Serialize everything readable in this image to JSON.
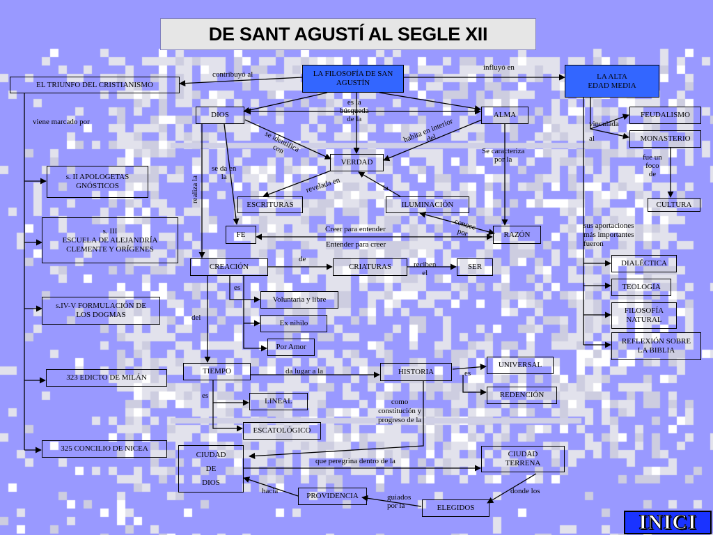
{
  "title": "DE SANT AGUSTÍ AL SEGLE XII",
  "inici_label": "INICI",
  "colors": {
    "background": "#9999ff",
    "pattern": "#e0e0e0",
    "highlight": "#3366ff",
    "button": "#1a33ff"
  },
  "nodes": {
    "filosofia": "LA FILOSOFÍA DE SAN\nAGUSTÍN",
    "alta_edad": "LA ALTA\nEDAD MEDIA",
    "triunfo": "EL TRIUNFO DEL CRISTIANISMO",
    "dios": "DIOS",
    "alma": "ALMA",
    "feudalismo": "FEUDALISMO",
    "monasterio": "MONASTERIO",
    "verdad": "VERDAD",
    "apologetas": "s. II  APOLOGETAS\nGNÓSTICOS",
    "escrituras": "ESCRITURAS",
    "iluminacion": "ILUMINACIÓN",
    "cultura": "CULTURA",
    "alejandria": "s. III\nESCUELA DE ALEJANDRÍA\nCLEMENTE Y ORÍGENES",
    "fe": "FE",
    "razon": "RAZÓN",
    "creacion": "CREACIÓN",
    "criaturas": "CRIATURAS",
    "ser": "SER",
    "dialectica": "DIALÉCTICA",
    "voluntaria": "Voluntaria y libre",
    "teologia": "TEOLOGÍA",
    "dogmas": "s.IV-V  FORMULACIÓN DE\nLOS DOGMAS",
    "exnihilo": "Ex nihilo",
    "filosofia_natural": "FILOSOFÍA\nNATURAL",
    "poramor": "Por Amor",
    "reflexion": "REFLEXIÓN SOBRE\nLA BIBLIA",
    "tiempo": "TIEMPO",
    "historia": "HISTORIA",
    "universal": "UNIVERSAL",
    "milan": "323  EDICTO DE MILÁN",
    "redencion": "REDENCIÓN",
    "lineal": "LINEAL",
    "escatologico": "ESCATOLÓGICO",
    "nicea": "325 CONCILIO DE NICEA",
    "ciudad_dios": "CIUDAD\nDE\nDIOS",
    "ciudad_terrena": "CIUDAD\nTERRENA",
    "providencia": "PROVIDENCIA",
    "elegidos": "ELEGIDOS"
  },
  "labels": {
    "contribuyo": "contribuyó al",
    "influyo": "influyó en",
    "es_busqueda": "es la\nbúsqueda\nde la",
    "viene_marcado": "viene marcado por",
    "vinculada": "vinculada\nal",
    "se_identifica": "se identifica\ncon",
    "habita": "habita en interior\ndel",
    "fue_foco": "fue un\nfoco\nde",
    "se_caracteriza": "Se caracteriza\npor la",
    "se_da": "se  da en\nla",
    "realiza": "realiza la",
    "revelada": "revelada en",
    "la": "la",
    "conoce": "conoce\npor",
    "creer": "Creer para entender",
    "entender": "Entender para creer",
    "aportaciones": "sus aportaciones\nmás importantes\nfueron",
    "de": "de",
    "reciben": "reciben\nel",
    "es1": "es",
    "del": "del",
    "da_lugar": "da lugar a la",
    "es2": "es",
    "es3": "es",
    "como": "como\nconstitución  y\nprogreso de la",
    "peregrina": "que peregrina dentro de la",
    "hacia": "hacia",
    "guiados": "guiados\npor la",
    "donde": "donde los"
  }
}
